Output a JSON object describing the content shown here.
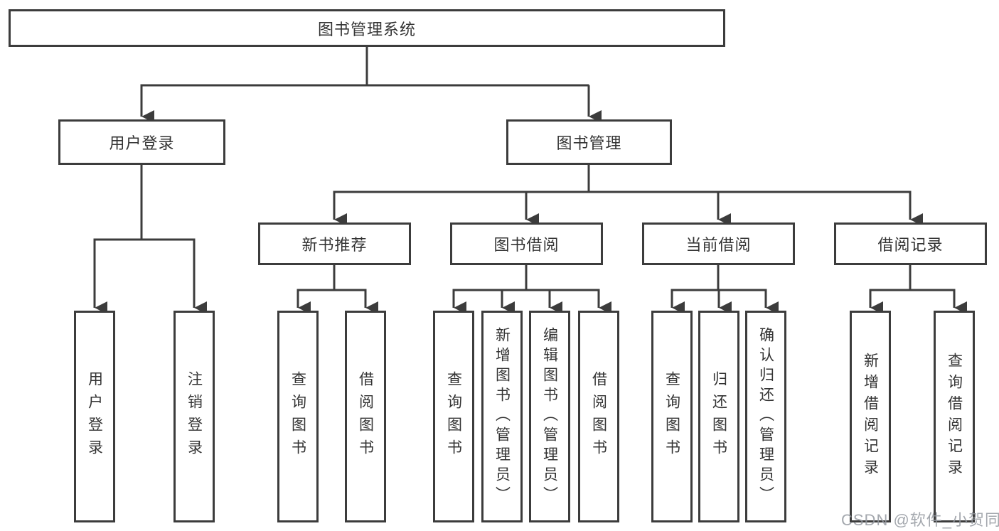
{
  "diagram": {
    "title": "图书管理系统",
    "root": {
      "label": "图书管理系统"
    },
    "level2": [
      {
        "label": "用户登录"
      },
      {
        "label": "图书管理"
      }
    ],
    "level3": [
      {
        "label": "新书推荐"
      },
      {
        "label": "图书借阅"
      },
      {
        "label": "当前借阅"
      },
      {
        "label": "借阅记录"
      }
    ],
    "leaves": [
      {
        "label": "用户登录",
        "parent": "用户登录"
      },
      {
        "label": "注销登录",
        "parent": "用户登录"
      },
      {
        "label": "查询图书",
        "parent": "新书推荐"
      },
      {
        "label": "借阅图书",
        "parent": "新书推荐"
      },
      {
        "label": "查询图书",
        "parent": "图书借阅"
      },
      {
        "label": "新增图书（管理员）",
        "parent": "图书借阅"
      },
      {
        "label": "编辑图书（管理员）",
        "parent": "图书借阅"
      },
      {
        "label": "借阅图书",
        "parent": "图书借阅"
      },
      {
        "label": "查询图书",
        "parent": "当前借阅"
      },
      {
        "label": "归还图书",
        "parent": "当前借阅"
      },
      {
        "label": "确认归还（管理员）",
        "parent": "当前借阅"
      },
      {
        "label": "新增借阅记录",
        "parent": "借阅记录"
      },
      {
        "label": "查询借阅记录",
        "parent": "借阅记录"
      }
    ],
    "colors": {
      "line": "#3c3c3c",
      "border": "#3c3c3c",
      "text": "#333333",
      "background": "#ffffff",
      "watermark": "#9499a0"
    }
  },
  "watermark": {
    "text": "CSDN @软件_小贺同学"
  }
}
